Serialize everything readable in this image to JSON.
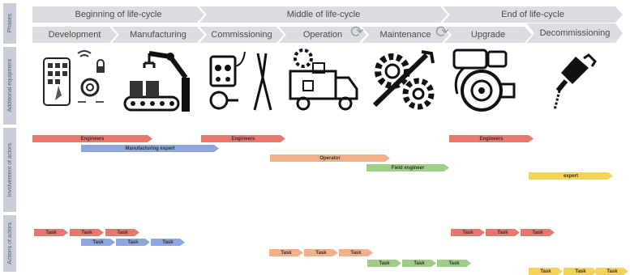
{
  "side_labels": {
    "phases": "Phases",
    "equipment": "Additional equipment",
    "factors": "Involvement of actors",
    "actions": "Actions of actors"
  },
  "phases": [
    "Beginning of life-cycle",
    "Middle of life-cycle",
    "End of life-cycle"
  ],
  "stages": [
    "Development",
    "Manufacturing",
    "Commissioning",
    "Operation",
    "Maintenance",
    "Upgrade",
    "Decommissioning"
  ],
  "equipment_icons": [
    "smartphone-gear-icon",
    "robot-arm-conveyor-icon",
    "multimeter-pliers-icon",
    "delivery-truck-icon",
    "gears-wrench-icon",
    "turbocharger-icon",
    "hammer-drill-icon"
  ],
  "actors": {
    "engineers_1": "Engineers",
    "manufacturing_expert": "Manufacturing expert",
    "engineers_2": "Engineers",
    "operator": "Operator",
    "field_engineer": "Field engineer",
    "engineers_3": "Engineers",
    "expert": "expert"
  },
  "task_label": "Task",
  "colors": {
    "red": "#e8776d",
    "blue": "#8ea6df",
    "orange": "#f2b08a",
    "green": "#9fce86",
    "yellow": "#f5d25a",
    "chevron": "#dcdde0"
  }
}
